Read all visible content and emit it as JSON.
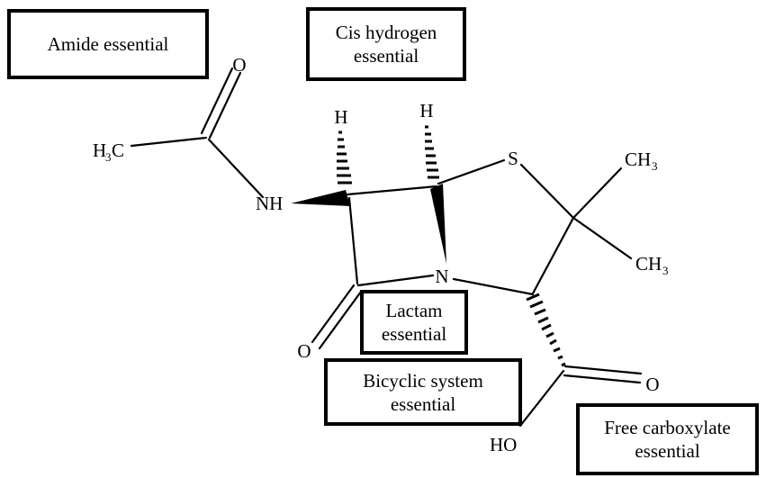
{
  "colors": {
    "ink": "#000000",
    "background": "#ffffff"
  },
  "boxes": {
    "amide": {
      "lines": [
        "Amide essential"
      ]
    },
    "cis_hydrogen": {
      "lines": [
        "Cis hydrogen",
        "essential"
      ]
    },
    "lactam": {
      "lines": [
        "Lactam",
        "essential"
      ]
    },
    "bicyclic": {
      "lines": [
        "Bicyclic system",
        "essential"
      ]
    },
    "free_carboxylate": {
      "lines": [
        "Free carboxylate",
        "essential"
      ]
    }
  },
  "molecule": {
    "atoms": {
      "amide_oxygen": "O",
      "methyl_h": "H",
      "methyl_sub": "3",
      "methyl_c": "C",
      "amide_nh": "NH",
      "c6_hydrogen": "H",
      "c5_hydrogen": "H",
      "sulfur": "S",
      "gem_dimethyl_upper": "CH",
      "gem_dimethyl_upper_sub": "3",
      "gem_dimethyl_lower": "CH",
      "gem_dimethyl_lower_sub": "3",
      "ring_nitrogen": "N",
      "lactam_oxygen": "O",
      "carboxyl_oxygen": "O",
      "carboxyl_hydroxyl": "HO"
    }
  }
}
